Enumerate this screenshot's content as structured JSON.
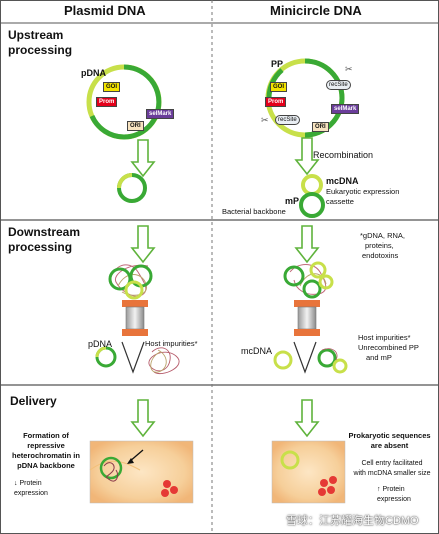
{
  "headers": {
    "left": "Plasmid DNA",
    "right": "Minicircle DNA"
  },
  "sections": {
    "upstream": {
      "line1": "Upstream",
      "line2": "processing"
    },
    "downstream": {
      "line1": "Downstream",
      "line2": "processing"
    },
    "delivery": {
      "label": "Delivery"
    }
  },
  "left": {
    "pdna_label": "pDNA",
    "elements": {
      "goi": "GOI",
      "prom": "Prom",
      "selmark": "selMark",
      "ori": "ORI"
    },
    "purified_label": "pDNA",
    "impurities_label": "Host impurities*",
    "formation": {
      "line1": "Formation of",
      "line2": "repressive",
      "line3": "heterochromatin in",
      "line4": "pDNA backbone"
    },
    "expression": {
      "line1": "↓ Protein",
      "line2": "expression"
    }
  },
  "right": {
    "pp_label": "PP",
    "elements": {
      "goi": "GOI",
      "prom": "Prom",
      "recsite": "recSite",
      "selmark": "selMark",
      "ori": "ORI"
    },
    "recombination_label": "Recombination",
    "mcdna": {
      "title": "mcDNA",
      "line1": "Eukaryotic expression",
      "line2": "cassette"
    },
    "mp": {
      "title": "mP",
      "backbone": "Bacterial backbone"
    },
    "footnote": {
      "line1": "*gDNA, RNA,",
      "line2": "proteins,",
      "line3": "endotoxins"
    },
    "purified_label": "mcDNA",
    "impurities": {
      "line1": "Host impurities*",
      "line2": "Unrecombined PP",
      "line3": "and mP"
    },
    "prokaryotic": {
      "line1": "Prokaryotic sequences",
      "line2": "are absent"
    },
    "cell_entry": {
      "line1": "Cell entry facilitated",
      "line2": "with mcDNA smaller size"
    },
    "expression": {
      "line1": "↑ Protein",
      "line2": "expression"
    }
  },
  "watermark": "雪球：江苏耀海生物CDMO",
  "colors": {
    "plasmid_green": "#39a935",
    "plasmid_light": "#c8e04a",
    "arrow_green": "#5fb33c",
    "goi": "#f4e400",
    "prom": "#e3001b",
    "selmark": "#6a3d9a",
    "ori": "#f39c12",
    "column_orange": "#e8743b",
    "cell_bg": "#f8d7a8",
    "protein_red": "#e53935"
  }
}
